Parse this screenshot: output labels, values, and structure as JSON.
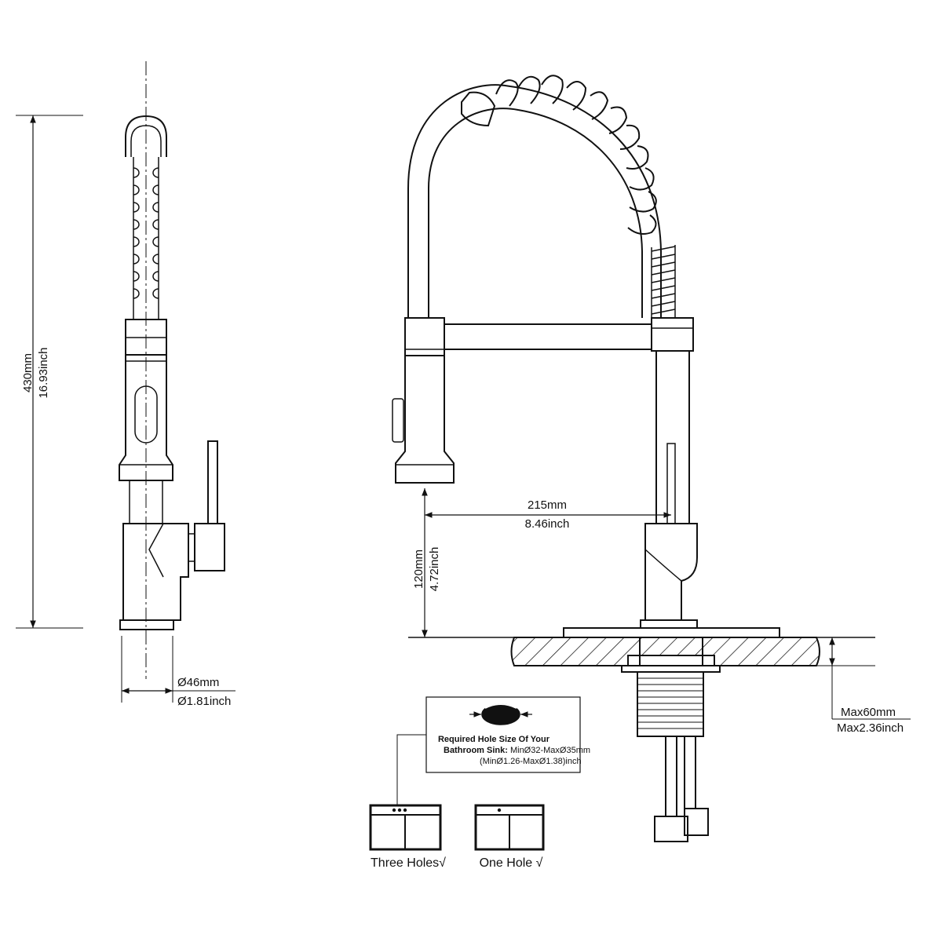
{
  "dimensions": {
    "height_mm": "430mm",
    "height_inch": "16.93inch",
    "base_dia_mm": "Ø46mm",
    "base_dia_inch": "Ø1.81inch",
    "reach_mm": "215mm",
    "reach_inch": "8.46inch",
    "spout_clearance_mm": "120mm",
    "spout_clearance_inch": "4.72inch",
    "deck_max_mm": "Max60mm",
    "deck_max_inch": "Max2.36inch"
  },
  "hole_note": {
    "line1": "Required Hole Size Of Your",
    "line2_bold": "Bathroom Sink:",
    "line2_rest": " MinØ32-MaxØ35mm",
    "line3": "(MinØ1.26-MaxØ1.38)inch"
  },
  "sink_options": [
    {
      "label": "Three Holes√"
    },
    {
      "label": "One Hole √"
    }
  ],
  "colors": {
    "line": "#111111",
    "background": "#ffffff"
  }
}
